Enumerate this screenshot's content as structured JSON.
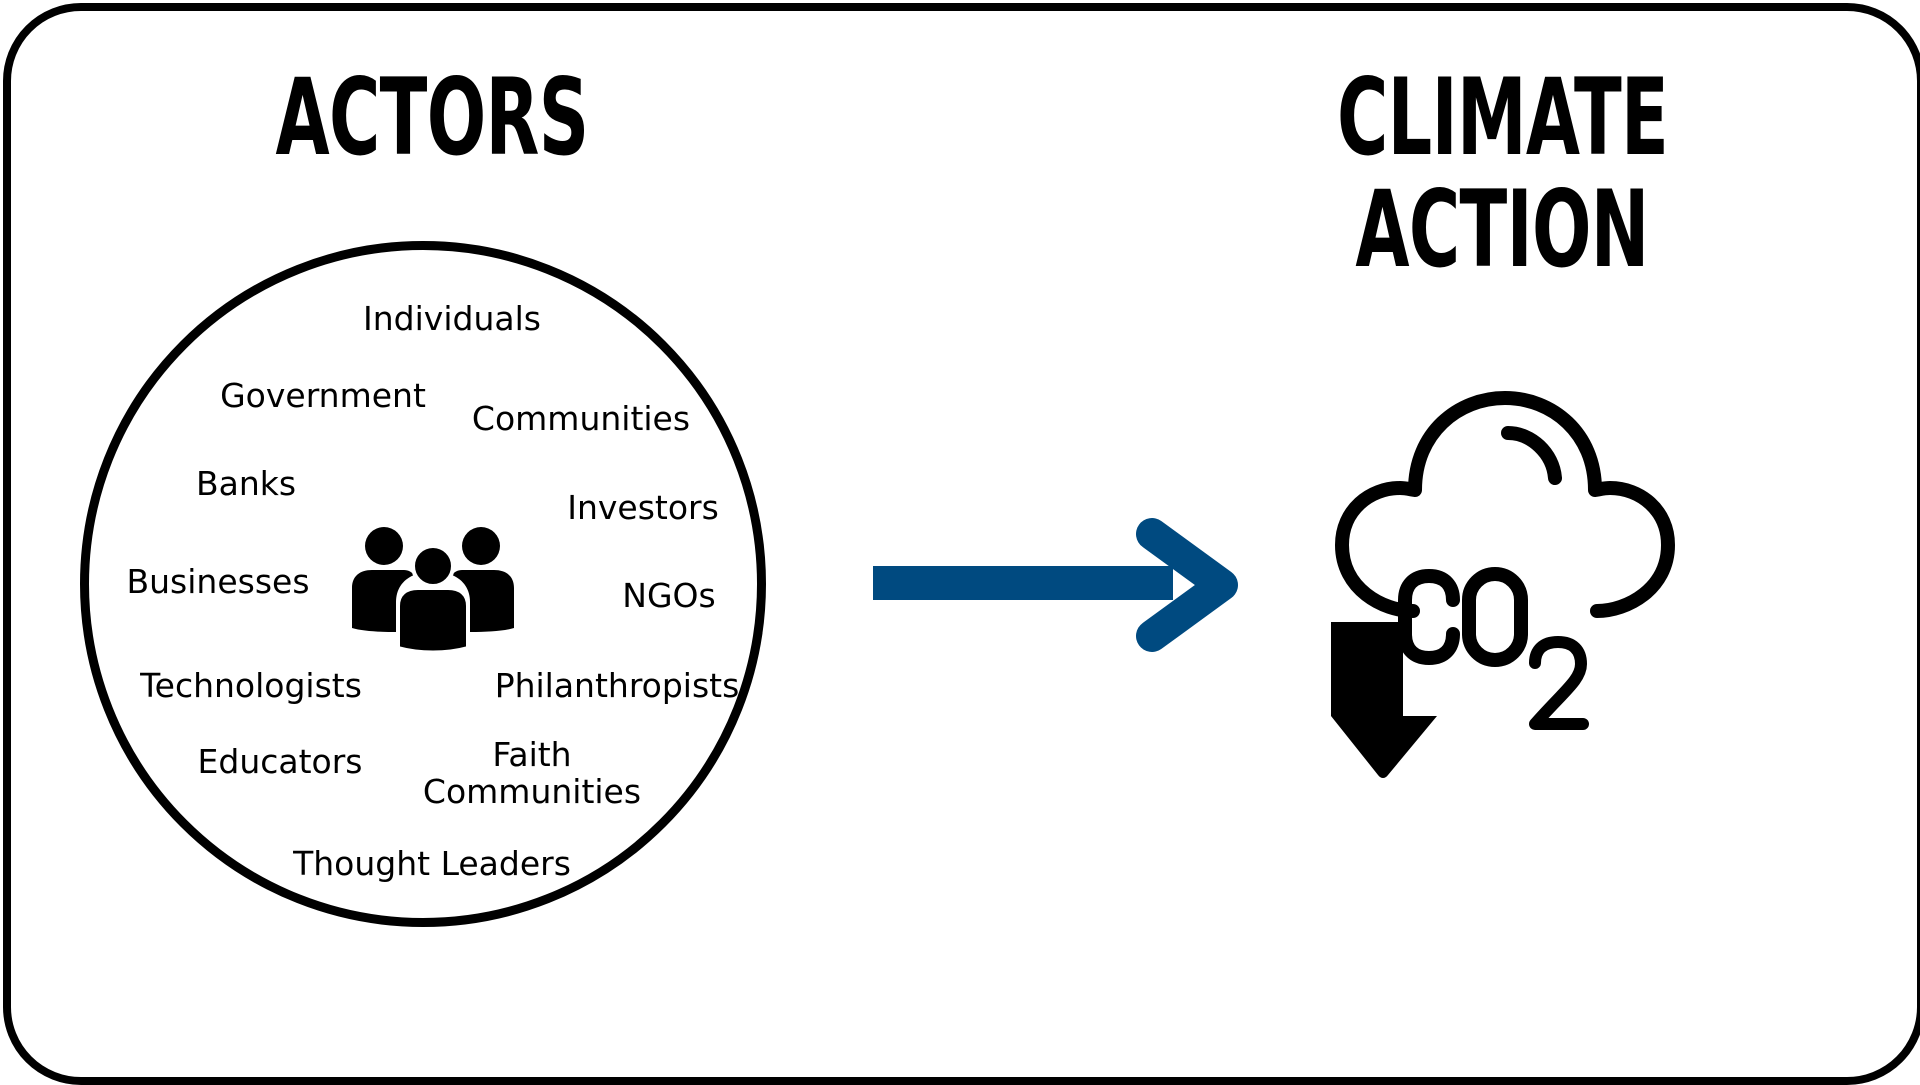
{
  "headings": {
    "actors": "ACTORS",
    "climate_line1": "CLIMATE",
    "climate_line2": "ACTION"
  },
  "actors": [
    {
      "label": "Individuals"
    },
    {
      "label": "Government"
    },
    {
      "label": "Communities"
    },
    {
      "label": "Banks"
    },
    {
      "label": "Investors"
    },
    {
      "label": "Businesses"
    },
    {
      "label": "NGOs"
    },
    {
      "label": "Technologists"
    },
    {
      "label": "Philanthropists"
    },
    {
      "label": "Educators"
    },
    {
      "label": "Faith\nCommunities"
    },
    {
      "label": "Thought Leaders"
    }
  ],
  "co2_icon": {
    "text": "CO",
    "subscript": "2"
  },
  "colors": {
    "arrow": "#004a80",
    "ink": "#000000",
    "background": "#ffffff"
  },
  "icons": {
    "group": "people-group-icon",
    "arrow": "arrow-right-icon",
    "co2": "co2-reduction-cloud-icon"
  }
}
